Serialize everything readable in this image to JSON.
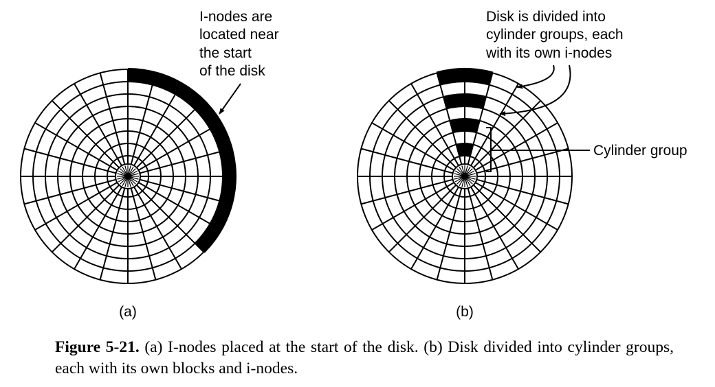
{
  "panel_a": {
    "label": "(a)",
    "annotation": [
      "I-nodes are",
      "located near",
      "the start",
      "of the disk"
    ]
  },
  "panel_b": {
    "label": "(b)",
    "annotation": [
      "Disk is divided into",
      "cylinder groups, each",
      "with its own i-nodes"
    ],
    "group_label": "Cylinder group"
  },
  "caption": {
    "number": "Figure 5-21.",
    "text": "(a) I-nodes placed at the start of the disk. (b) Disk divided into cylinder groups, each with its own blocks and i-nodes."
  },
  "colors": {
    "ink": "#000000",
    "paper": "#ffffff"
  }
}
